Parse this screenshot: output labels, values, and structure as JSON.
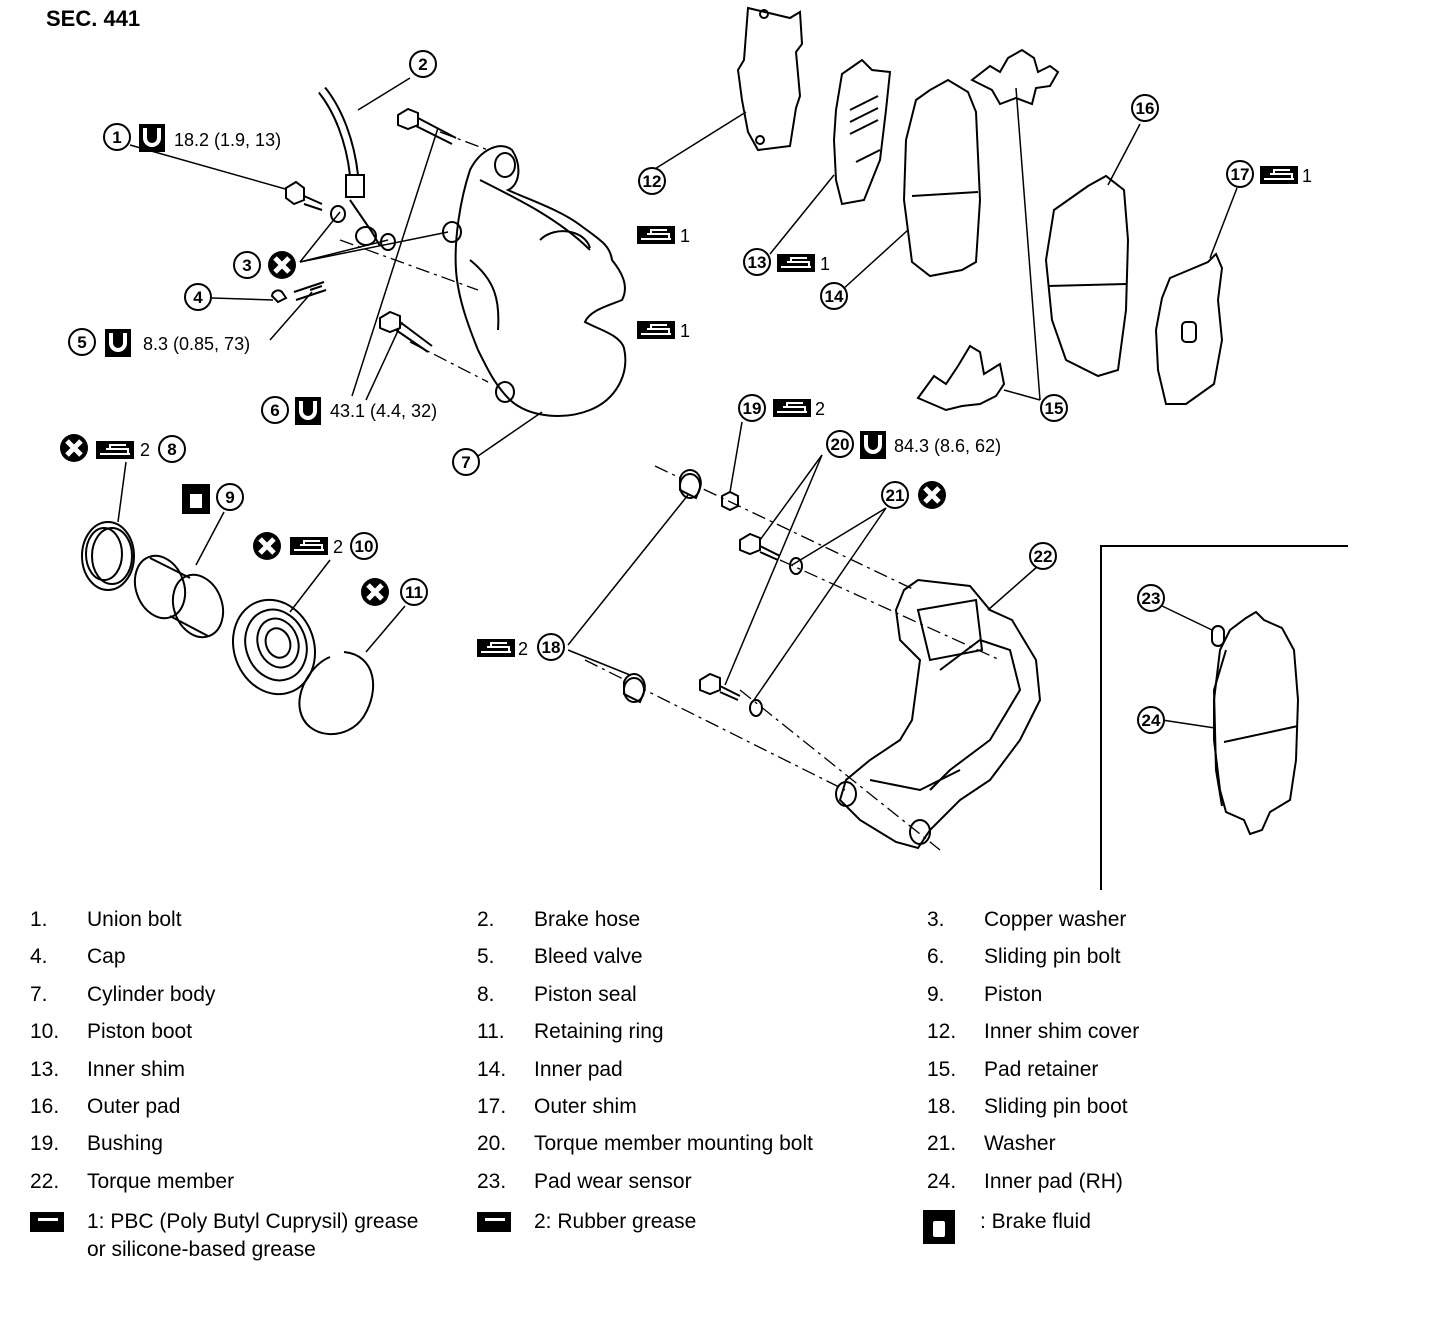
{
  "header": {
    "section": "SEC. 441"
  },
  "callouts": {
    "c1_torque": "18.2 (1.9, 13)",
    "c5_torque": "8.3 (0.85, 73)",
    "c6_torque": "43.1 (4.4, 32)",
    "c20_torque": "84.3 (8.6, 62)",
    "grease_1": "1",
    "grease_2": "2"
  },
  "legend": {
    "items": [
      {
        "n": "1.",
        "t": "Union bolt"
      },
      {
        "n": "2.",
        "t": "Brake hose"
      },
      {
        "n": "3.",
        "t": "Copper washer"
      },
      {
        "n": "4.",
        "t": "Cap"
      },
      {
        "n": "5.",
        "t": "Bleed valve"
      },
      {
        "n": "6.",
        "t": "Sliding pin bolt"
      },
      {
        "n": "7.",
        "t": "Cylinder body"
      },
      {
        "n": "8.",
        "t": "Piston seal"
      },
      {
        "n": "9.",
        "t": "Piston"
      },
      {
        "n": "10.",
        "t": "Piston boot"
      },
      {
        "n": "11.",
        "t": "Retaining ring"
      },
      {
        "n": "12.",
        "t": "Inner shim cover"
      },
      {
        "n": "13.",
        "t": "Inner shim"
      },
      {
        "n": "14.",
        "t": "Inner pad"
      },
      {
        "n": "15.",
        "t": "Pad retainer"
      },
      {
        "n": "16.",
        "t": "Outer pad"
      },
      {
        "n": "17.",
        "t": "Outer shim"
      },
      {
        "n": "18.",
        "t": "Sliding pin boot"
      },
      {
        "n": "19.",
        "t": "Bushing"
      },
      {
        "n": "20.",
        "t": "Torque member mounting bolt"
      },
      {
        "n": "21.",
        "t": "Washer"
      },
      {
        "n": "22.",
        "t": "Torque member"
      },
      {
        "n": "23.",
        "t": "Pad wear sensor"
      },
      {
        "n": "24.",
        "t": "Inner pad (RH)"
      }
    ],
    "grease1_line1": "1: PBC (Poly Butyl Cuprysil) grease",
    "grease1_line2": "or silicone-based grease",
    "grease2": "2: Rubber grease",
    "brake_fluid": ": Brake fluid"
  }
}
